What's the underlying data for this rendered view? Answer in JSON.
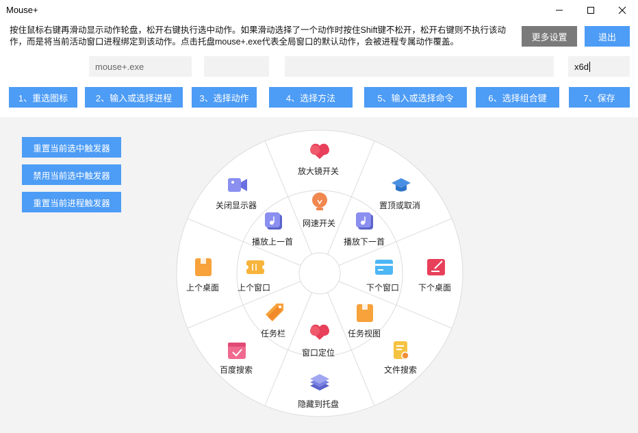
{
  "window": {
    "title": "Mouse+"
  },
  "description": "按住鼠标右键再滑动显示动作轮盘，松开右键执行选中动作。如果滑动选择了一个动作时按住Shift键不松开，松开右键则不执行该动作，而是将当前活动窗口进程绑定到该动作。点击托盘mouse+.exe代表全局窗口的默认动作，会被进程专属动作覆盖。",
  "header": {
    "more_settings": "更多设置",
    "exit": "退出"
  },
  "fields": {
    "process": "mouse+.exe",
    "action": "",
    "method": "",
    "hotkey": "x6d"
  },
  "steps": [
    "1、重选图标",
    "2、输入或选择进程",
    "3、选择动作",
    "4、选择方法",
    "5、输入或选择命令",
    "6、选择组合键",
    "7、保存"
  ],
  "side": {
    "reset_trigger": "重置当前选中触发器",
    "disable_trigger": "禁用当前选中触发器",
    "reset_process": "重置当前进程触发器"
  },
  "wheel": {
    "outer": [
      "放大镜开关",
      "置顶或取消",
      "下个桌面",
      "文件搜索",
      "隐藏到托盘",
      "百度搜索",
      "上个桌面",
      "关闭显示器"
    ],
    "inner": [
      "网速开关",
      "播放下一首",
      "下个窗口",
      "任务视图",
      "窗口定位",
      "任务栏",
      "上个窗口",
      "播放上一首"
    ]
  },
  "colors": {
    "accent": "#4d9cf5",
    "gray_button": "#7a7a7a"
  }
}
